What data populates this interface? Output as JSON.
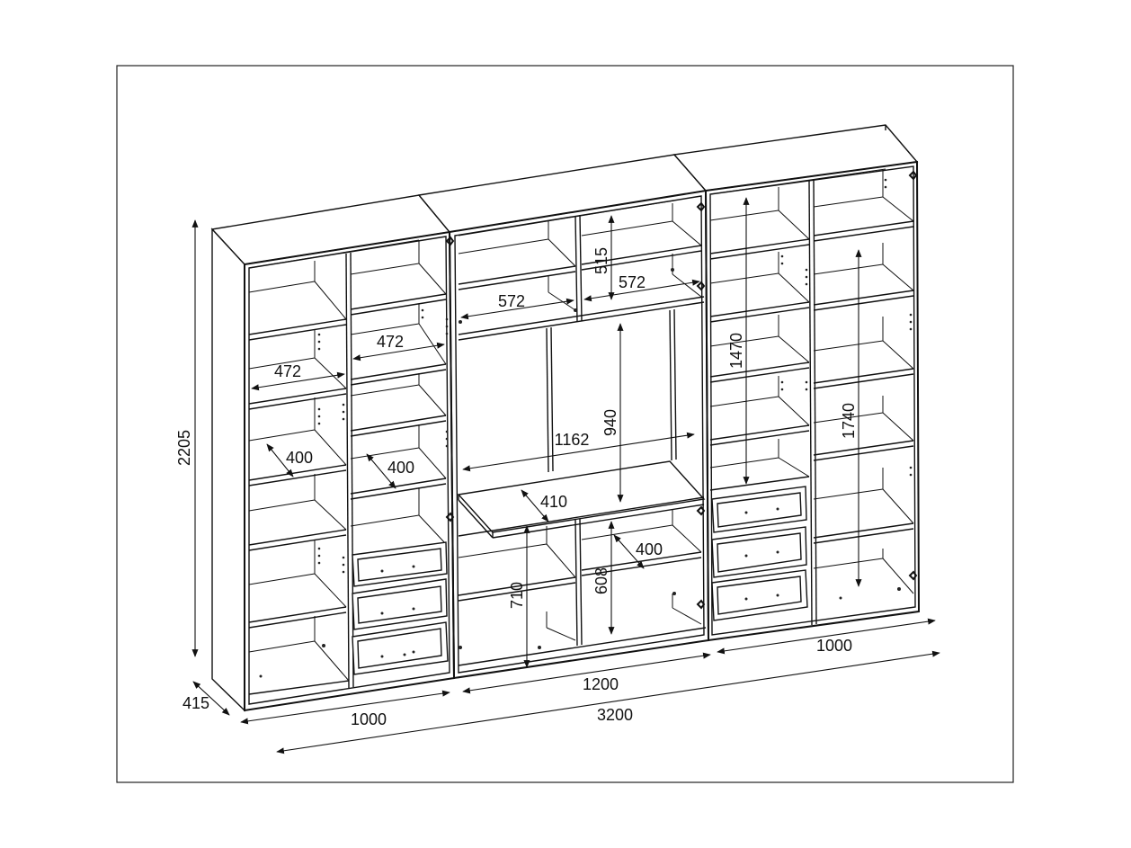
{
  "drawing": {
    "type": "wardrobe-dimension-drawing",
    "overall": {
      "height": "2205",
      "depth": "415",
      "width": "3200"
    },
    "modules": {
      "left": "1000",
      "center": "1200",
      "right": "1000"
    },
    "left_module": {
      "shelf_width_a": "472",
      "shelf_width_b": "472",
      "depth_a": "400",
      "depth_b": "400"
    },
    "center_module": {
      "top_left_width": "572",
      "top_right_width": "572",
      "top_height": "515",
      "tv_width": "1162",
      "tv_height": "940",
      "tv_depth": "410",
      "bottom_left_height": "710",
      "bottom_right_height": "608",
      "bottom_depth": "400"
    },
    "right_module": {
      "left_column_height": "1470",
      "right_column_height": "1740"
    }
  }
}
